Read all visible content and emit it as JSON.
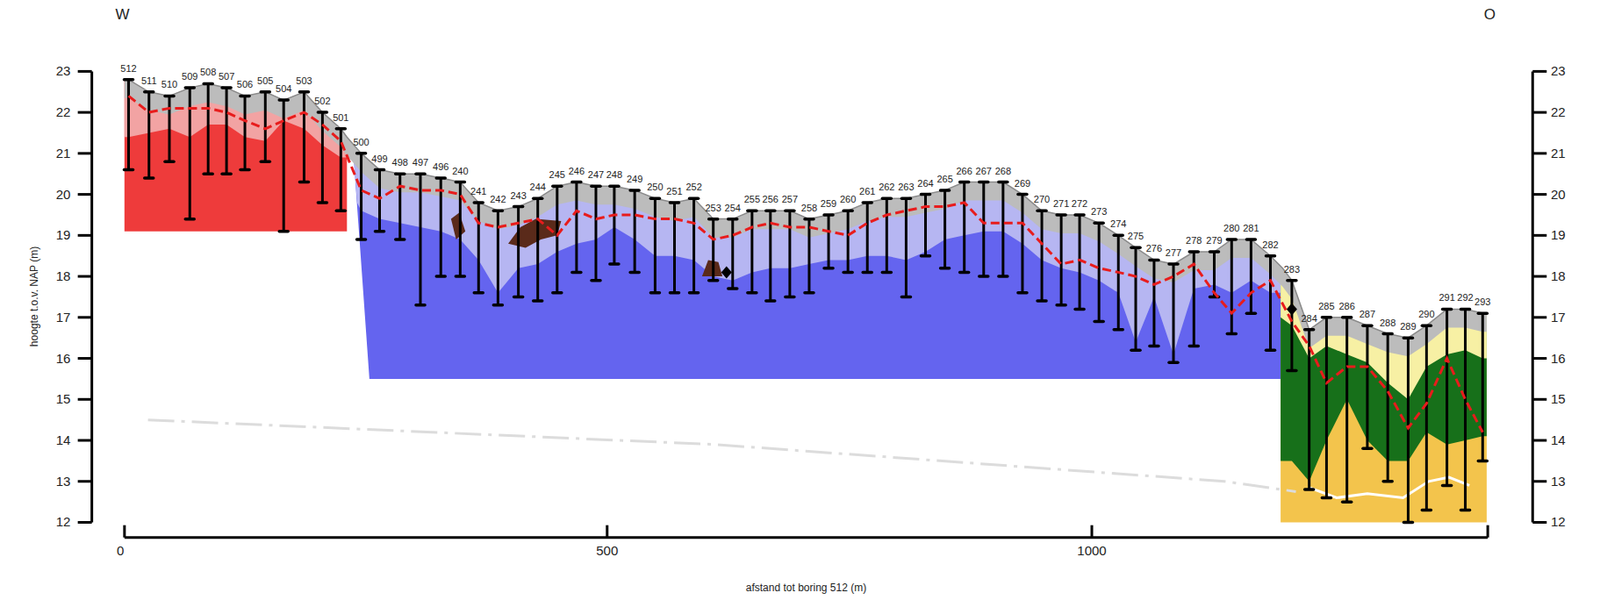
{
  "diagram": {
    "labels": [
      "W",
      "O",
      "hoogte t.o.v. NAP (m)",
      "23",
      "22",
      "21",
      "20",
      "19",
      "18",
      "17",
      "16",
      "15",
      "14",
      "13",
      "12",
      "23",
      "22",
      "21",
      "20",
      "19",
      "18",
      "17",
      "16",
      "15",
      "14",
      "13",
      "12",
      "512",
      "511",
      "510",
      "509",
      "508",
      "507",
      "506",
      "505",
      "504",
      "503",
      "502",
      "501",
      "500",
      "499",
      "498",
      "497",
      "496",
      "240",
      "241",
      "242",
      "243",
      "244",
      "245",
      "246",
      "247",
      "248",
      "249",
      "250",
      "251",
      "252",
      "253",
      "254",
      "255",
      "256",
      "257",
      "258",
      "259",
      "260",
      "261",
      "262",
      "263",
      "264",
      "265",
      "266",
      "267",
      "268",
      "269",
      "270",
      "271",
      "272",
      "273",
      "274",
      "275",
      "276",
      "277",
      "278",
      "279",
      "280",
      "281",
      "282",
      "283",
      "284",
      "285",
      "286",
      "287",
      "288",
      "289",
      "290",
      "291",
      "292",
      "293",
      "0",
      "500",
      "1000",
      "afstand tot boring 512 (m)"
    ]
  }
}
